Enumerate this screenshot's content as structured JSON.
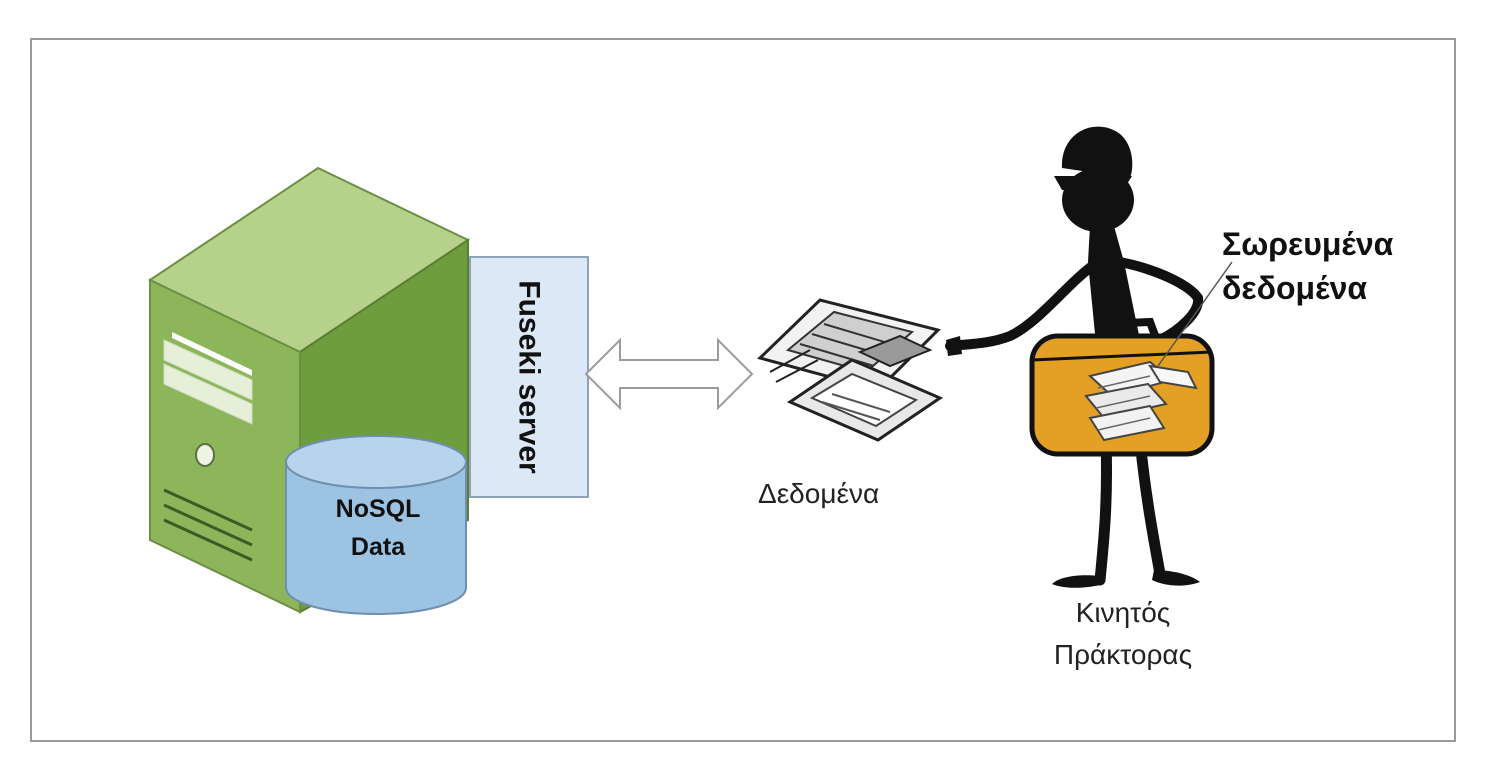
{
  "diagram": {
    "server": {
      "database_label_line1": "NoSQL",
      "database_label_line2": "Data",
      "fuseki_label": "Fuseki server"
    },
    "data_label": "Δεδομένα",
    "accumulated": {
      "line1": "Σωρευμένα",
      "line2": "δεδομένα"
    },
    "agent": {
      "line1": "Κινητός",
      "line2": "Πράκτορας"
    },
    "colors": {
      "server_front": "#8db65a",
      "server_side": "#6e9d3d",
      "server_top": "#b6d28a",
      "database": "#9dc3e2",
      "fuseki_panel": "#dce8f6",
      "suitcase": "#e3a025",
      "figure": "#111111"
    }
  }
}
